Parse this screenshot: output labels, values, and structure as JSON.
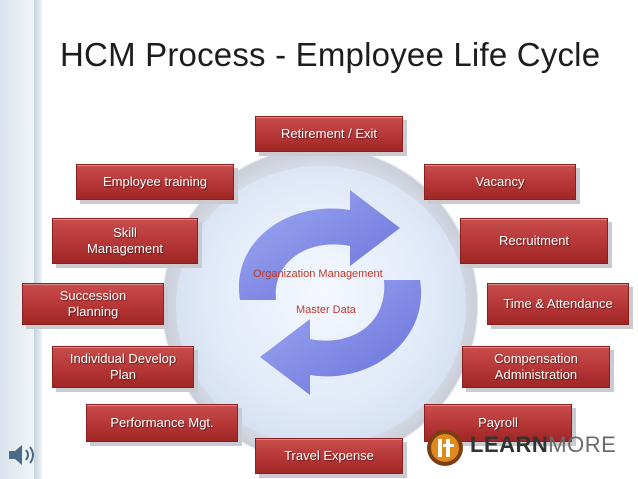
{
  "title": "HCM Process - Employee Life Cycle",
  "center": {
    "line1": "Organization Management",
    "line2": "Master Data"
  },
  "stages": {
    "retirement": "Retirement / Exit",
    "vacancy": "Vacancy",
    "recruitment": "Recruitment",
    "time_attendance": "Time & Attendance",
    "compensation": "Compensation\nAdministration",
    "payroll": "Payroll",
    "travel": "Travel Expense",
    "performance": "Performance Mgt.",
    "individual_develop": "Individual Develop\nPlan",
    "succession": "Succession\nPlanning",
    "skill": "Skill\nManagement",
    "training": "Employee training"
  },
  "logo": {
    "part1": "LEARN",
    "part2": "MORE"
  },
  "colors": {
    "box": "#b63636",
    "center_text": "#c0392b",
    "arrow": "#7a86e6"
  }
}
